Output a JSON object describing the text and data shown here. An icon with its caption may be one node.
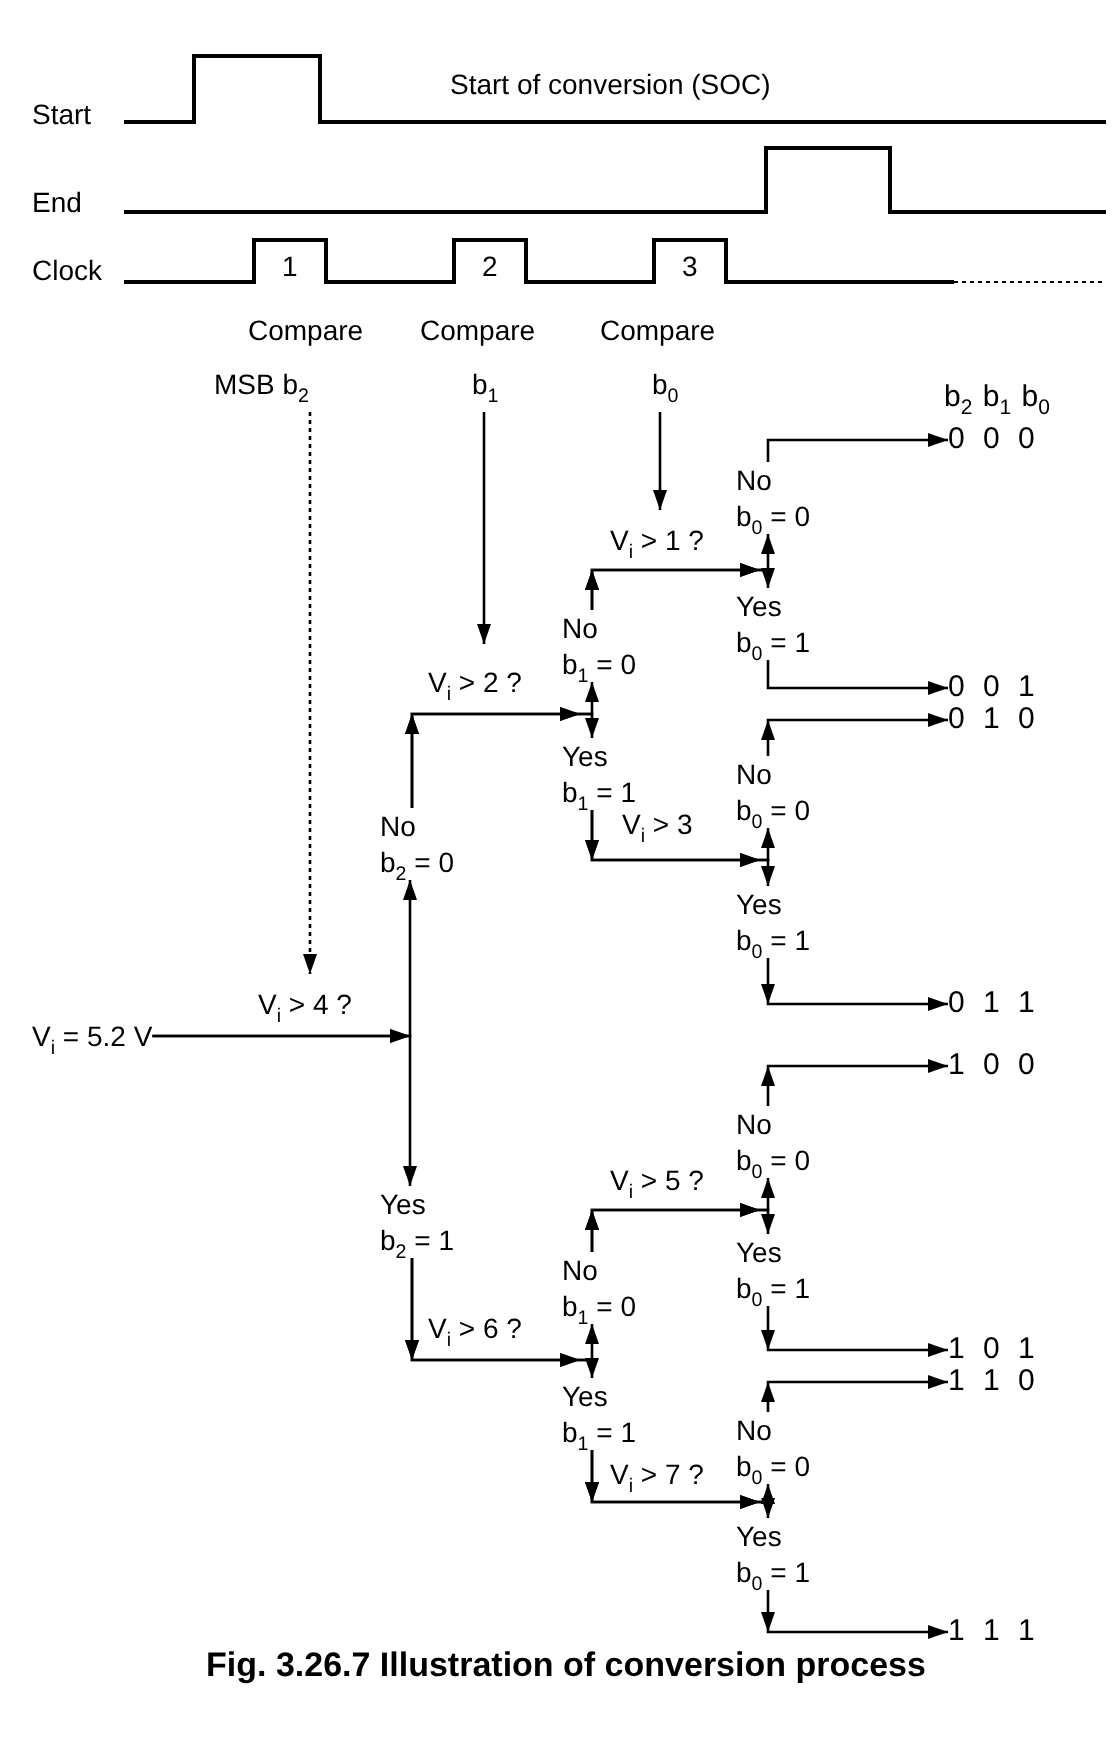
{
  "diagram": {
    "caption": "Fig. 3.26.7 Illustration of conversion process",
    "nodes": [
      {
        "text": [
          "Compare",
          "MSB b$_{2}$"
        ]
      },
      {
        "text": [
          "Compare",
          "b$_{1}$"
        ]
      },
      {
        "text": [
          "Compare",
          "b$_{0}$"
        ]
      },
      {
        "text": [
          "V$_{i}$ = 5.2 V"
        ]
      },
      {
        "text": [
          "No",
          "b$_{2}$ = 0"
        ]
      },
      {
        "text": [
          "Yes",
          "b$_{2}$ = 1"
        ]
      },
      {
        "text": [
          "No",
          "b$_{1}$ = 0"
        ]
      },
      {
        "text": [
          "Yes",
          "b$_{1}$ = 1"
        ]
      },
      {
        "text": [
          "No",
          "b$_{1}$ = 0"
        ]
      },
      {
        "text": [
          "Yes",
          "b$_{1}$ = 1"
        ]
      },
      {
        "text": [
          "No",
          "b$_{0}$ = 0"
        ]
      },
      {
        "text": [
          "Yes",
          "b$_{0}$ = 1"
        ]
      },
      {
        "text": [
          "No",
          "b$_{0}$ = 0"
        ]
      },
      {
        "text": [
          "Yes",
          "b$_{0}$ = 1"
        ]
      },
      {
        "text": [
          "No",
          "b$_{0}$ = 0"
        ]
      },
      {
        "text": [
          "Yes",
          "b$_{0}$ = 1"
        ]
      },
      {
        "text": [
          "No",
          "b$_{0}$ = 0"
        ]
      },
      {
        "text": [
          "Yes",
          "b$_{0}$ = 1"
        ]
      },
      {
        "text": [
          "0 0 0"
        ]
      },
      {
        "text": [
          "0 0 1"
        ]
      },
      {
        "text": [
          "0 1 0"
        ]
      },
      {
        "text": [
          "0 1 1"
        ]
      },
      {
        "text": [
          "1 0 0"
        ]
      },
      {
        "text": [
          "1 0 1"
        ]
      },
      {
        "text": [
          "1 1 0"
        ]
      },
      {
        "text": [
          "1 1 1"
        ]
      }
    ],
    "edges": [
      {
        "from": 0,
        "to": null,
        "arrow": "to",
        "style": "dashed"
      },
      {
        "from": 1,
        "to": null,
        "arrow": "to"
      },
      {
        "from": 2,
        "to": null,
        "arrow": "to"
      },
      {
        "from": 3,
        "to": 4,
        "arrow": "to",
        "label": "V$_{i}$ > 4 ?"
      },
      {
        "from": 3,
        "to": 5,
        "arrow": "to"
      },
      {
        "from": 4,
        "to": 6,
        "arrow": "to",
        "label": "V$_{i}$ > 2 ?"
      },
      {
        "from": 4,
        "to": 7,
        "arrow": "to"
      },
      {
        "from": 5,
        "to": 8,
        "arrow": "to",
        "label": "V$_{i}$ > 6 ?"
      },
      {
        "from": 5,
        "to": 9,
        "arrow": "to"
      },
      {
        "from": 6,
        "to": 10,
        "arrow": "to",
        "label": "V$_{i}$ > 1 ?"
      },
      {
        "from": 6,
        "to": 11,
        "arrow": "to"
      },
      {
        "from": 7,
        "to": 12,
        "arrow": "to",
        "label": "V$_{i}$ > 3"
      },
      {
        "from": 7,
        "to": 13,
        "arrow": "to"
      },
      {
        "from": 8,
        "to": 14,
        "arrow": "to",
        "label": "V$_{i}$ > 5 ?"
      },
      {
        "from": 8,
        "to": 15,
        "arrow": "to"
      },
      {
        "from": 9,
        "to": 16,
        "arrow": "to",
        "label": "V$_{i}$ > 7 ?"
      },
      {
        "from": 9,
        "to": 17,
        "arrow": "to"
      },
      {
        "from": 10,
        "to": 18,
        "arrow": "to"
      },
      {
        "from": 11,
        "to": 19,
        "arrow": "to"
      },
      {
        "from": 12,
        "to": 20,
        "arrow": "to"
      },
      {
        "from": 13,
        "to": 21,
        "arrow": "to"
      },
      {
        "from": 14,
        "to": 22,
        "arrow": "to"
      },
      {
        "from": 15,
        "to": 23,
        "arrow": "to"
      },
      {
        "from": 16,
        "to": 24,
        "arrow": "to"
      },
      {
        "from": 17,
        "to": 25,
        "arrow": "to"
      }
    ],
    "labels": [
      "Start",
      "End",
      "Clock",
      "Start of conversion (SOC)",
      "1",
      "2",
      "3",
      "b$_{2}$ b$_{1}$ b$_{0}$"
    ]
  }
}
